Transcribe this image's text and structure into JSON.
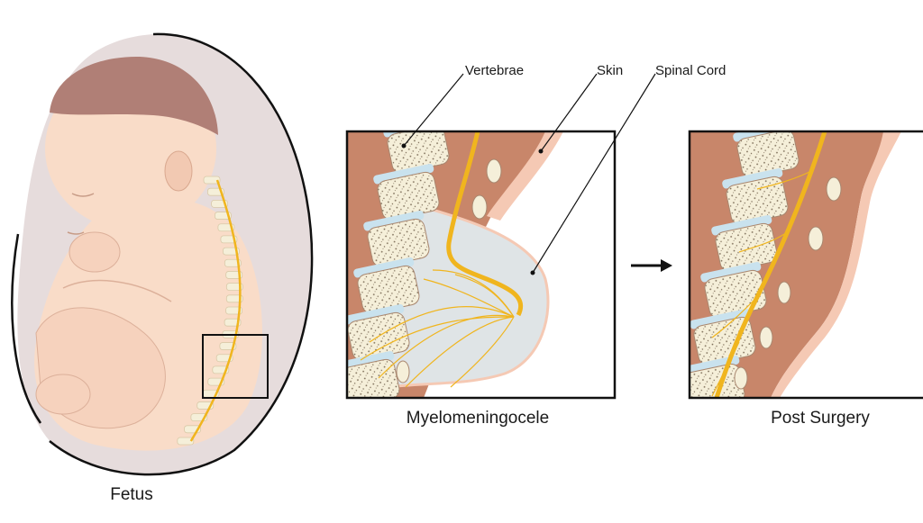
{
  "figure": {
    "panels": {
      "fetus": {
        "caption": "Fetus"
      },
      "myelomeningocele": {
        "caption": "Myelomeningocele"
      },
      "post_surgery": {
        "caption": "Post Surgery"
      }
    },
    "labels": {
      "vertebrae": "Vertebrae",
      "skin": "Skin",
      "spinal_cord": "Spinal Cord"
    },
    "colors": {
      "skin_fetus": "#f9dcc8",
      "hair": "#b07f76",
      "womb_fill": "#e6dcdc",
      "muscle": "#c8866a",
      "skin_layer": "#f5c9b4",
      "vertebra": "#f5efd9",
      "disc": "#c9e2ee",
      "spinal_cord": "#f0b51e",
      "sac_fluid": "#dfe4e6"
    }
  }
}
